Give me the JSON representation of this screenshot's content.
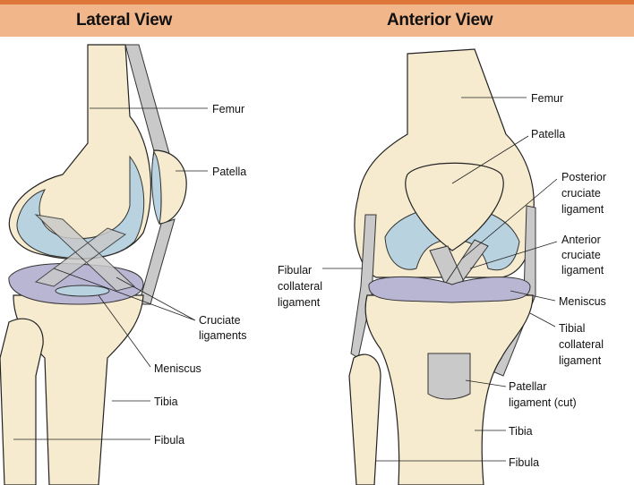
{
  "header": {
    "left_title": "Lateral View",
    "right_title": "Anterior View"
  },
  "lateral": {
    "femur": "Femur",
    "patella": "Patella",
    "cruciate": [
      "Cruciate",
      "ligaments"
    ],
    "meniscus": "Meniscus",
    "tibia": "Tibia",
    "fibula": "Fibula"
  },
  "anterior": {
    "femur": "Femur",
    "patella": "Patella",
    "pcl": [
      "Posterior",
      "cruciate",
      "ligament"
    ],
    "acl": [
      "Anterior",
      "cruciate",
      "ligament"
    ],
    "meniscus": "Meniscus",
    "tcl": [
      "Tibial",
      "collateral",
      "ligament"
    ],
    "patellar": [
      "Patellar",
      "ligament (cut)"
    ],
    "tibia": "Tibia",
    "fibula": "Fibula",
    "fcl": [
      "Fibular",
      "collateral",
      "ligament"
    ]
  },
  "colors": {
    "header_band": "#f1b68a",
    "header_line": "#e0773a",
    "bone": "#f6ebcf",
    "cartilage": "#b8d3df",
    "meniscus": "#b9b6d3"
  }
}
